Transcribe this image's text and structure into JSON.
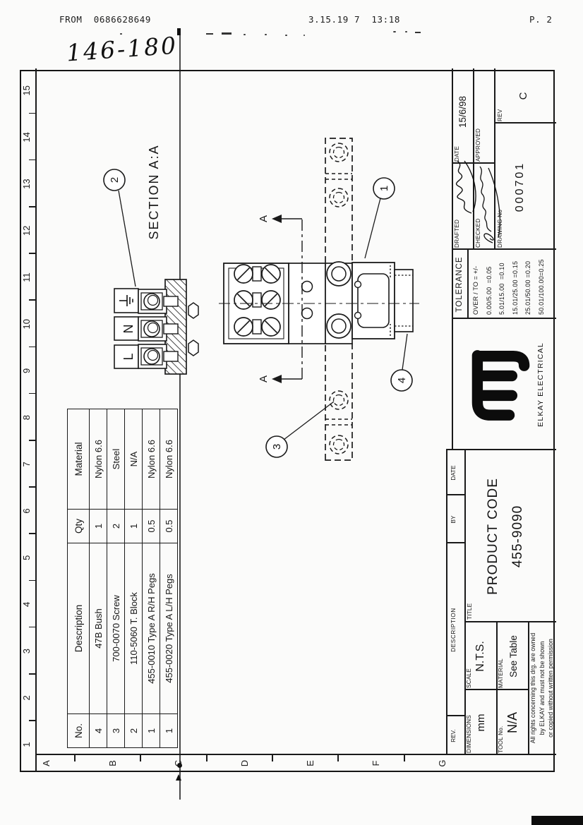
{
  "fax_header": {
    "from": "FROM  0686628649",
    "timestamp": "3.15.19 7  13:18",
    "page_label": "P. 2"
  },
  "annotations": {
    "handwritten_number": "146-180"
  },
  "grid": {
    "columns": [
      "1",
      "2",
      "3",
      "4",
      "5",
      "6",
      "7",
      "8",
      "9",
      "10",
      "11",
      "12",
      "13",
      "14",
      "15"
    ],
    "rows": [
      "A",
      "B",
      "C",
      "D",
      "E",
      "F",
      "G"
    ]
  },
  "parts_table": {
    "headers": {
      "no": "No.",
      "description": "Description",
      "qty": "Qty",
      "material": "Material"
    },
    "rows": [
      {
        "no": "4",
        "description": "47B Bush",
        "qty": "1",
        "material": "Nylon 6.6"
      },
      {
        "no": "3",
        "description": "700-0070 Screw",
        "qty": "2",
        "material": "Steel"
      },
      {
        "no": "2",
        "description": "110-5060 T. Block",
        "qty": "1",
        "material": "N/A"
      },
      {
        "no": "1",
        "description": "455-0010 Type A R/H Pegs",
        "qty": "0.5",
        "material": "Nylon 6.6"
      },
      {
        "no": "1",
        "description": "455-0020 Type A L/H Pegs",
        "qty": "0.5",
        "material": "Nylon 6.6"
      }
    ]
  },
  "views": {
    "section": {
      "label": "SECTION A:A",
      "terminal_l": "L",
      "terminal_n": "N",
      "earth_icon": "earth-symbol"
    },
    "plan": {
      "arrow_label": "A"
    },
    "balloons": {
      "b1": "1",
      "b2": "2",
      "b3": "3",
      "b4": "4"
    }
  },
  "title_block": {
    "revision_strip": {
      "rev": "REV.",
      "description": "DESCRIPTION",
      "by": "BY",
      "date": "DATE"
    },
    "dimensions_label": "DIMENSIONS",
    "dimensions_value": "mm",
    "scale_label": "SCALE",
    "scale_value": "N.T.S.",
    "tool_label": "TOOL No.",
    "tool_value": "N/A",
    "material_label": "MATERIAL",
    "material_value": "See Table",
    "title_label": "TITLE",
    "title_line1": "PRODUCT CODE",
    "title_line2": "455-9090",
    "rights_lines": [
      "All rights concerning this drg. are owned",
      "by ELKAY and must not be shown",
      "or copied without written permission"
    ],
    "tolerance": {
      "header": "TOLERANCE",
      "rows": [
        "OVER / TO = +/-",
        "0.00/5.00  =0.05",
        "5.01/15.00  =0.10",
        "15.01/25.00 =0.15",
        "25.01/50.00 =0.20",
        "50.01/100.00=0.25"
      ]
    },
    "company": "ELKAY ELECTRICAL",
    "drafted_label": "DRAFTED",
    "checked_label": "CHECKED",
    "approved_label": "APPROVED",
    "date_label": "DATE",
    "date_value": "15/6/98",
    "drawing_no_label": "DRAWING No",
    "drawing_no_value": "000701",
    "rev_label": "REV",
    "rev_value": "C"
  }
}
